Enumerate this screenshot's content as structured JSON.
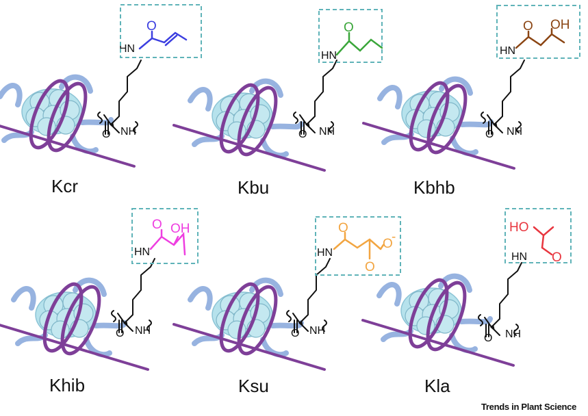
{
  "footer": "Trends in Plant Science",
  "atoms": {
    "nh": "NH",
    "hn": "HN",
    "o": "O",
    "h": "H",
    "n": "N"
  },
  "colors": {
    "kcr": "#3b3ee0",
    "kbu": "#3aa63a",
    "kbhb": "#8b4513",
    "khib": "#ee3ee0",
    "ksu": "#f2a541",
    "kla": "#e8363f",
    "box": "#5fb3b8",
    "histone_core": "#b6e2ec",
    "dna": "#7e3f98",
    "histone_tail": "#97b3e0"
  },
  "panels": [
    {
      "id": "kcr",
      "label": "Kcr",
      "mod_atoms": [
        "O"
      ]
    },
    {
      "id": "kbu",
      "label": "Kbu",
      "mod_atoms": [
        "O"
      ]
    },
    {
      "id": "kbhb",
      "label": "Kbhb",
      "mod_atoms": [
        "O",
        "OH"
      ]
    },
    {
      "id": "khib",
      "label": "Khib",
      "mod_atoms": [
        "O",
        "OH"
      ]
    },
    {
      "id": "ksu",
      "label": "Ksu",
      "mod_atoms": [
        "O",
        "O",
        "-"
      ]
    },
    {
      "id": "kla",
      "label": "Kla",
      "mod_atoms": [
        "HO",
        "O"
      ]
    }
  ]
}
